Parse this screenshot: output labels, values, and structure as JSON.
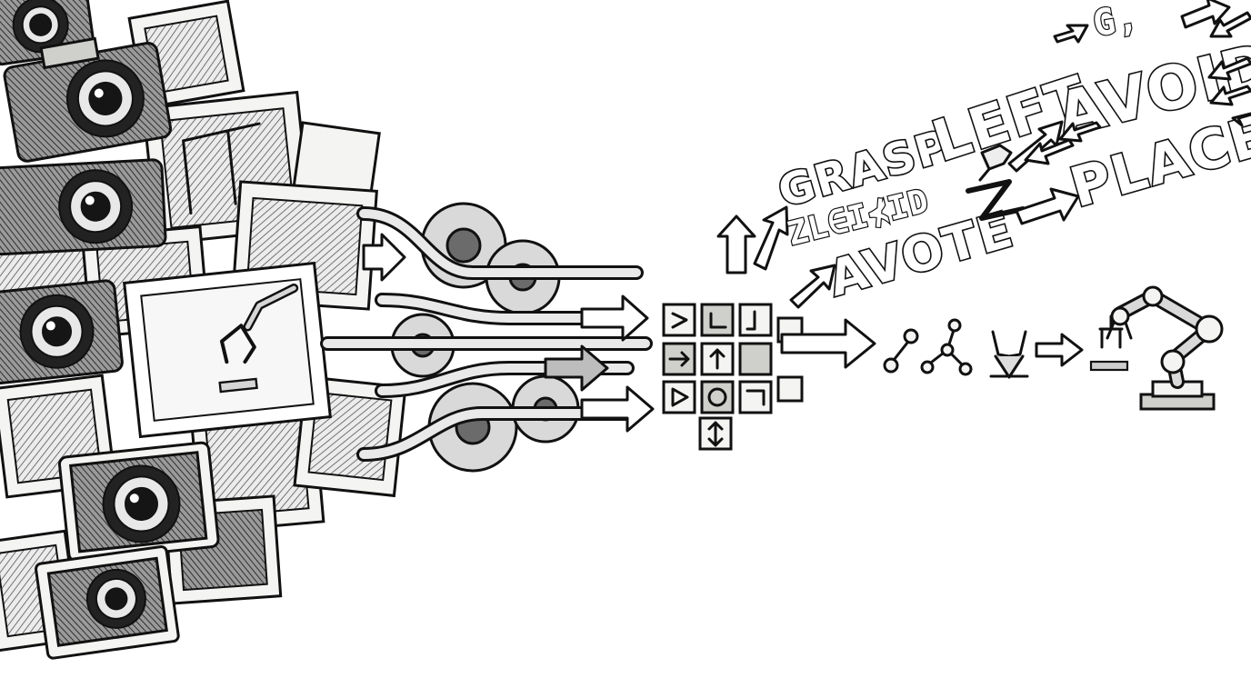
{
  "words": {
    "grasp": "GRASP",
    "left": "LEFT",
    "avoid": "AVOID",
    "place": "PLACE",
    "avote": "AVOTE",
    "zrid": "ZL∈I⊀ID",
    "g_glyph": "G,"
  },
  "colors": {
    "ink": "#111111",
    "paper": "#f4f4f2",
    "shade": "#bdbdbd"
  },
  "icons": [
    "camera-icon",
    "photo-icon",
    "gripper-icon",
    "gear-icon",
    "arrow-icon",
    "pipe-icon",
    "robot-arm-icon",
    "hand-icon"
  ]
}
